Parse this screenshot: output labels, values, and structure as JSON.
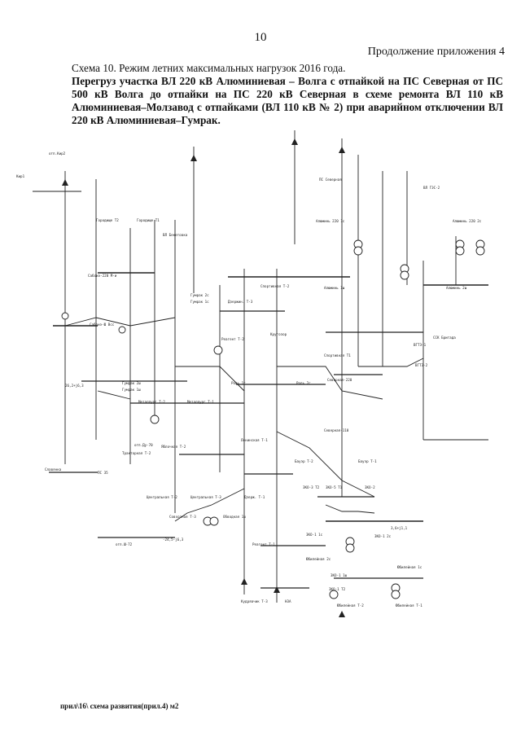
{
  "page": {
    "number": "10",
    "continuation": "Продолжение приложения 4",
    "scheme_title": "Схема 10.   Режим летних максимальных нагрузок 2016 года.",
    "description": "Перегруз участка ВЛ 220 кВ Алюминиевая – Волга с отпайкой на ПС Северная от ПС 500 кВ Волга до отпайки на ПС 220 кВ Северная в схеме ремонта ВЛ 110 кВ Алюминиевая–Молзавод с отпайками (ВЛ 110 кВ № 2) при аварийном отключении ВЛ 220 кВ Алюминиевая–Гумрак.",
    "footer": "прил\\16\\ схема развития(прил.4)  м2"
  },
  "diagram": {
    "labels": [
      "отп.Кир2",
      "Кир1",
      "Городище Т2",
      "Городище Т1",
      "ВЛ Бекетовка",
      "ПС Северная",
      "ВЛ ГЭС-2",
      "Алюминь 220 1с",
      "Алюминь 220 2с",
      "Сабоиэ-220 М-и",
      "Сабоиэ-Ш Всс",
      "Спортивная Т-2",
      "Алюминь 1ш",
      "Алюминь 2ш",
      "Гумрак 2с",
      "Гумрак 1с",
      "Дзержин. Т-3",
      "Кругозор",
      "Реагент Т-2",
      "ССК Бригада",
      "Спортивная Т1",
      "ВГТЭ-1",
      "ВГТЭ-2",
      "Гумрак 2ш",
      "Гумрак 1ш",
      "Роль 1с",
      "Роль 2с",
      "Северная-220",
      "Металлург Т-2",
      "Металлург Т-1",
      "Ленинская Т-1",
      "Северная-110",
      "Яблочная Т-2",
      "отп.Ду-70",
      "Тракторная Т-2",
      "Бауэр Т-2",
      "Бауэр Т-1",
      "Славянка",
      "ЗКО-3 Т2",
      "ЗКО-5 Т1",
      "ЗКО-2",
      "ПС 35",
      "Центральная Т-2",
      "Центральная Т-3",
      "Дзерж. Т-1",
      "Совхозная Т-3",
      "Обводная 1ш",
      "отп.Ш-72",
      "Реагент Т-1",
      "ЗКО-1 1с",
      "ЗКО-1 2с",
      "Юбилейная 2с",
      "Юбилейная 1с",
      "ЗКО-1 Т2",
      "Юбилейная Т-2",
      "Юбилейная Т-1",
      "Кудрявчик Т-3",
      "НЗА",
      "ЗКО-1 1ш",
      "26,2+j6,3",
      "3,6+j1,1",
      "-24,5-j6,3"
    ]
  }
}
